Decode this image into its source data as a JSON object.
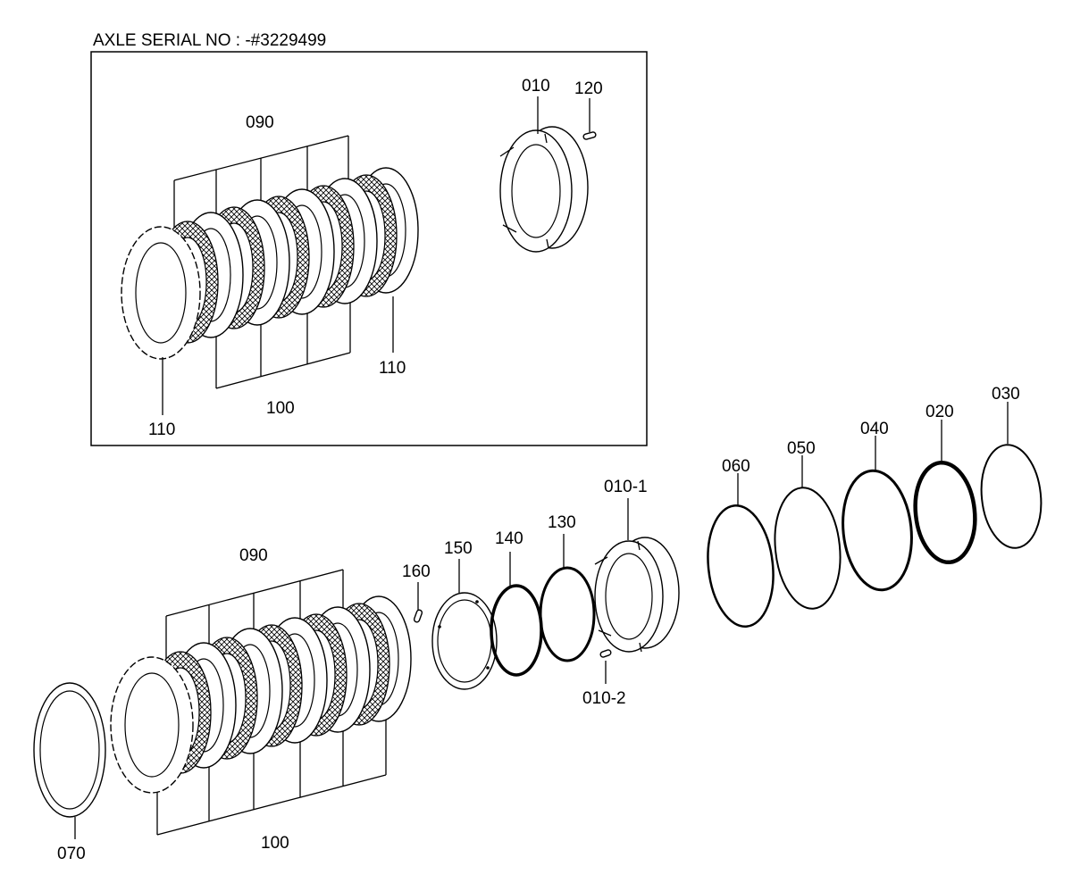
{
  "title": "AXLE SERIAL NO : -#3229499",
  "inset": {
    "labels": {
      "p010": "010",
      "p120": "120",
      "p090": "090",
      "p110a": "110",
      "p110b": "110",
      "p100": "100"
    }
  },
  "main": {
    "labels": {
      "p090": "090",
      "p160": "160",
      "p150": "150",
      "p140": "140",
      "p130": "130",
      "p010_1": "010-1",
      "p010_2": "010-2",
      "p060": "060",
      "p050": "050",
      "p040": "040",
      "p020": "020",
      "p030": "030",
      "p070": "070",
      "p100": "100"
    }
  }
}
